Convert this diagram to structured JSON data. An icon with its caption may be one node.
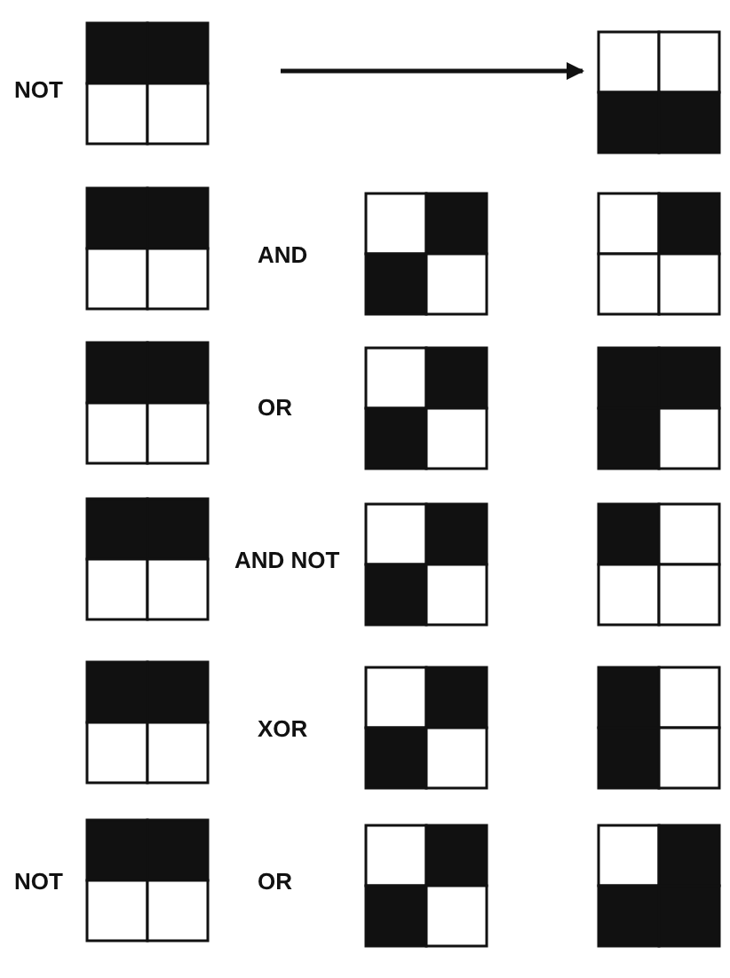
{
  "diagram": {
    "nodes": [
      {
        "text": [],
        "shape": "box"
      },
      {
        "text": [],
        "shape": "box"
      },
      {
        "text": [],
        "shape": "box"
      },
      {
        "text": [],
        "shape": "box"
      },
      {
        "text": [],
        "shape": "box"
      },
      {
        "text": [],
        "shape": "box"
      },
      {
        "text": [],
        "shape": "box"
      },
      {
        "text": [],
        "shape": "box"
      },
      {
        "text": [],
        "shape": "box"
      },
      {
        "text": [],
        "shape": "box"
      },
      {
        "text": [],
        "shape": "box"
      },
      {
        "text": [],
        "shape": "box"
      },
      {
        "text": [],
        "shape": "box"
      },
      {
        "text": [],
        "shape": "box"
      },
      {
        "text": [],
        "shape": "box"
      },
      {
        "text": [],
        "shape": "box"
      },
      {
        "text": [],
        "shape": "box"
      }
    ],
    "edges": [
      {
        "from": 0,
        "to": 1,
        "arrow": "to"
      }
    ],
    "labels": [
      "NOT",
      "AND",
      "OR",
      "AND NOT",
      "XOR",
      "NOT",
      "OR"
    ]
  }
}
